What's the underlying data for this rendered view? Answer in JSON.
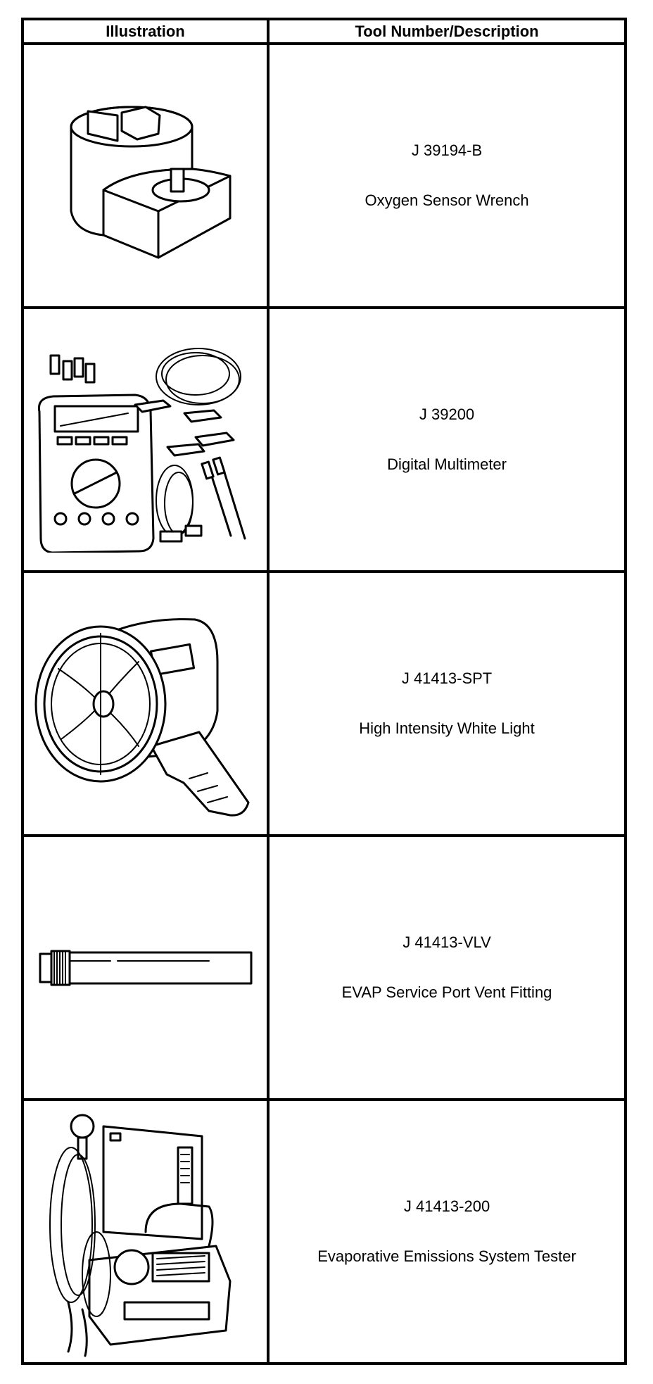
{
  "table": {
    "headers": [
      "Illustration",
      "Tool Number/Description"
    ],
    "rows": [
      {
        "number": "J 39194-B",
        "description": "Oxygen Sensor Wrench",
        "icon": "oxygen-sensor-wrench-illustration"
      },
      {
        "number": "J 39200",
        "description": "Digital Multimeter",
        "icon": "digital-multimeter-illustration"
      },
      {
        "number": "J 41413-SPT",
        "description": "High Intensity White Light",
        "icon": "white-light-illustration"
      },
      {
        "number": "J 41413-VLV",
        "description": "EVAP Service Port Vent Fitting",
        "icon": "vent-fitting-illustration"
      },
      {
        "number": "J 41413-200",
        "description": "Evaporative Emissions System Tester",
        "icon": "emissions-tester-illustration"
      }
    ]
  }
}
